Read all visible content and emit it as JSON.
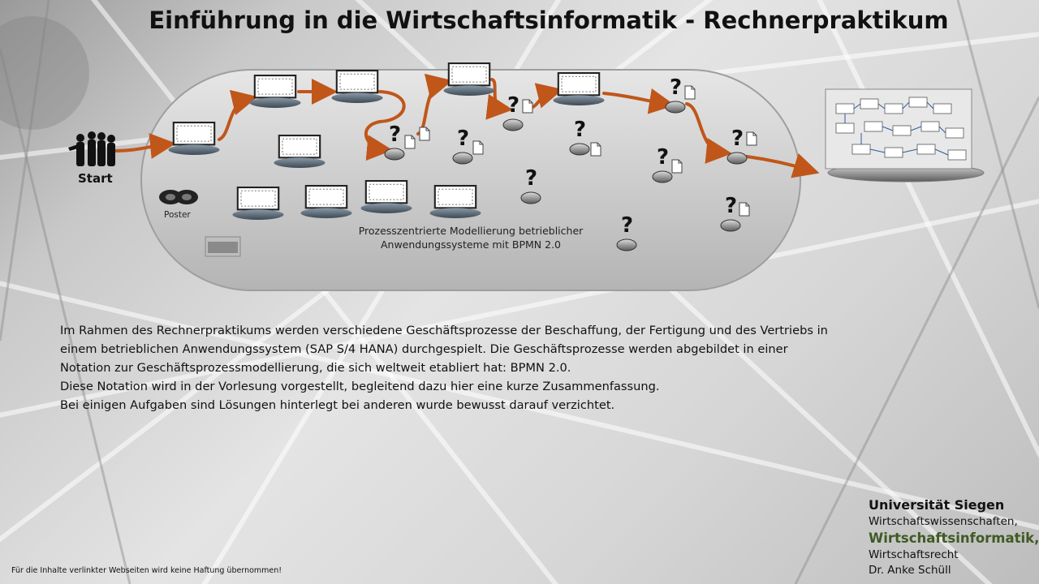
{
  "slide": {
    "title": "Einführung in die Wirtschaftsinformatik - Rechnerpraktikum",
    "start_label": "Start",
    "poster_label": "Poster",
    "oval_caption_line1": "Prozesszentrierte Modellierung betrieblicher",
    "oval_caption_line2": "Anwendungssysteme mit BPMN 2.0",
    "body": [
      "Im Rahmen des Rechnerpraktikums werden verschiedene Geschäftsprozesse  der Beschaffung, der Fertigung und des Vertriebs in",
      "einem betrieblichen Anwendungssystem (SAP S/4 HANA) durchgespielt. Die Geschäftsprozesse werden abgebildet in einer",
      "Notation zur Geschäftsprozessmodellierung, die sich weltweit etabliert hat: BPMN 2.0.",
      "Diese Notation wird in der Vorlesung vorgestellt, begleitend dazu hier eine kurze Zusammenfassung.",
      "Bei einigen Aufgaben sind Lösungen hinterlegt bei anderen wurde bewusst darauf verzichtet."
    ],
    "university": {
      "name": "Universität Siegen",
      "line1": "Wirtschaftswissenschaften,",
      "line2": "Wirtschaftsinformatik,",
      "line3": "Wirtschaftsrecht",
      "line4": "Dr. Anke Schüll"
    },
    "disclaimer": "Für die Inhalte verlinkter Webseiten wird keine Haftung übernommen!",
    "colors": {
      "arrow": "#c0561a",
      "accent_green": "#3f5a23",
      "oval_fill": "#d7d7d7",
      "screen_fill": "#ffffff"
    },
    "icons": [
      "laptop-icon",
      "question-mark-icon",
      "document-icon",
      "people-silhouette-icon",
      "poster-rolls-icon",
      "sap-diagram-thumbnail"
    ]
  }
}
